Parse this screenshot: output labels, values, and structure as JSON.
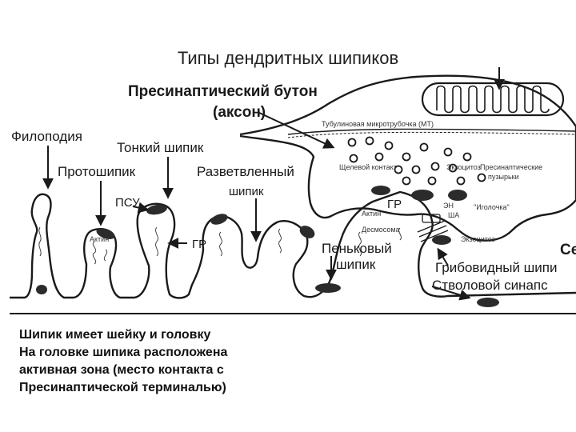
{
  "title": "Типы дендритных шипиков",
  "labels": {
    "presynaptic_bouton": "Пресинаптический бутон",
    "axon": "(аксон)",
    "filopodia": "Филоподия",
    "thin_spine": "Тонкий шипик",
    "protospine": "Протошипик",
    "branched_spine_1": "Разветвленный",
    "branched_spine_2": "шипик",
    "psu": "ПСУ",
    "gr_left": "ГР",
    "actin_left": "Актин",
    "tubulin": "Тубулиновая микротрубочка (МТ)",
    "cleft_contact": "Щелевой контакт",
    "presynaptic_vesicles_1": "Пресинаптические",
    "presynaptic_vesicles_2": "пузырьки",
    "exocytosis_top": "Экзоцитоз",
    "gr_right": "ГР",
    "actin_right": "Актин",
    "endo": "ЭН",
    "ribo": "ША",
    "needle": "\"Иголочка\"",
    "desmosome": "Десмосома",
    "exocytosis_bottom": "Экзоцитоз",
    "stubby_spine_1": "Пеньковый",
    "stubby_spine_2": "шипик",
    "mushroom_spine": "Грибовидный шипи",
    "shaft_synapse": "Стволовой синапс",
    "cut_off": "Се"
  },
  "caption": {
    "line1": "Шипик имеет шейку и головку",
    "line2": "На головке шипика расположена",
    "line3": "активная зона (место контакта с",
    "line4": "Пресинаптической терминалью)"
  },
  "colors": {
    "ink": "#1a1a1a",
    "density": "#2b2b2b",
    "paper": "#ffffff"
  }
}
